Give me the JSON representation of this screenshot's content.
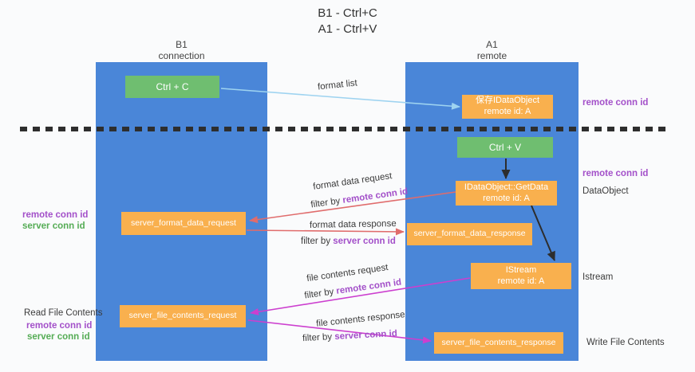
{
  "title": {
    "line1": "B1 - Ctrl+C",
    "line2": "A1 - Ctrl+V"
  },
  "columns": {
    "b1": {
      "name": "B1",
      "role": "connection"
    },
    "a1": {
      "name": "A1",
      "role": "remote"
    }
  },
  "nodes": {
    "ctrl_c": {
      "label": "Ctrl + C"
    },
    "save_idataobject": {
      "line1": "保存IDataObject",
      "line2": "remote id: A"
    },
    "ctrl_v": {
      "label": "Ctrl + V"
    },
    "getdata": {
      "line1": "IDataObject::GetData",
      "line2": "remote id: A"
    },
    "istream": {
      "line1": "IStream",
      "line2": "remote id: A"
    },
    "server_format_data_request": {
      "label": "server_format_data_request"
    },
    "server_format_data_response": {
      "label": "server_format_data_response"
    },
    "server_file_contents_request": {
      "label": "server_file_contents_request"
    },
    "server_file_contents_response": {
      "label": "server_file_contents_response"
    }
  },
  "flows": {
    "format_list": {
      "label": "format list"
    },
    "format_data_request": {
      "label": "format data request",
      "filter_prefix": "filter by ",
      "filter_key": "remote conn id"
    },
    "format_data_response": {
      "label": "format data response",
      "filter_prefix": "filter by ",
      "filter_key": "server conn id"
    },
    "file_contents_request": {
      "label": "file contents request",
      "filter_prefix": "filter by ",
      "filter_key": "remote conn id"
    },
    "file_contents_response": {
      "label": "file contents response",
      "filter_prefix": "filter by ",
      "filter_key": "server conn id"
    }
  },
  "left_annotations": {
    "format_remote": "remote conn id",
    "format_server": "server conn id",
    "read_file_contents": "Read File Contents",
    "file_remote": "remote conn id",
    "file_server": "server conn id"
  },
  "right_annotations": {
    "top_remote_conn_id": "remote conn id",
    "mid_remote_conn_id": "remote conn id",
    "dataobject": "DataObject",
    "istream": "Istream",
    "write_file_contents": "Write File Contents"
  },
  "colors": {
    "column_blue": "#4A86D8",
    "node_green": "#6FBE70",
    "node_orange": "#F9B04E",
    "arrow_light_blue": "#9ED3F0",
    "arrow_red": "#E06C6C",
    "arrow_magenta": "#CC3FCF",
    "arrow_black": "#2d2d2d",
    "annotation_purple": "#A350C9",
    "annotation_green": "#55AC55"
  }
}
